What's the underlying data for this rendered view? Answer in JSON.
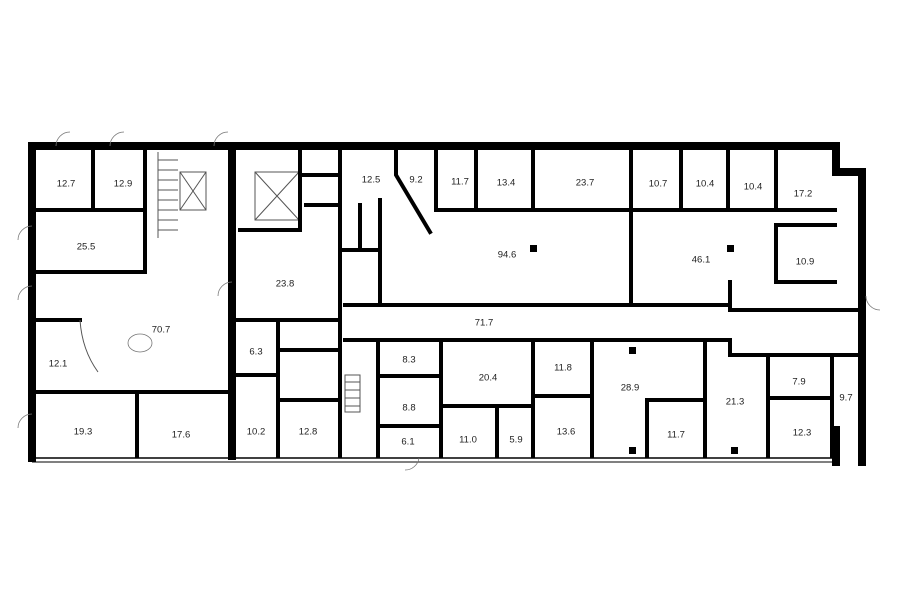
{
  "title": "Floor plan",
  "rooms": [
    {
      "area": "12.7"
    },
    {
      "area": "12.9"
    },
    {
      "area": "25.5"
    },
    {
      "area": "70.7"
    },
    {
      "area": "12.1"
    },
    {
      "area": "19.3"
    },
    {
      "area": "17.6"
    },
    {
      "area": "23.8"
    },
    {
      "area": "6.3"
    },
    {
      "area": "10.2"
    },
    {
      "area": "12.8"
    },
    {
      "area": "12.5"
    },
    {
      "area": "9.2"
    },
    {
      "area": "11.7"
    },
    {
      "area": "13.4"
    },
    {
      "area": "23.7"
    },
    {
      "area": "10.7"
    },
    {
      "area": "10.4"
    },
    {
      "area": "10.4"
    },
    {
      "area": "17.2"
    },
    {
      "area": "94.6"
    },
    {
      "area": "46.1"
    },
    {
      "area": "10.9"
    },
    {
      "area": "71.7"
    },
    {
      "area": "8.3"
    },
    {
      "area": "8.8"
    },
    {
      "area": "6.1"
    },
    {
      "area": "20.4"
    },
    {
      "area": "11.0"
    },
    {
      "area": "5.9"
    },
    {
      "area": "11.8"
    },
    {
      "area": "13.6"
    },
    {
      "area": "28.9"
    },
    {
      "area": "11.7"
    },
    {
      "area": "21.3"
    },
    {
      "area": "7.9"
    },
    {
      "area": "12.3"
    },
    {
      "area": "9.7"
    }
  ]
}
